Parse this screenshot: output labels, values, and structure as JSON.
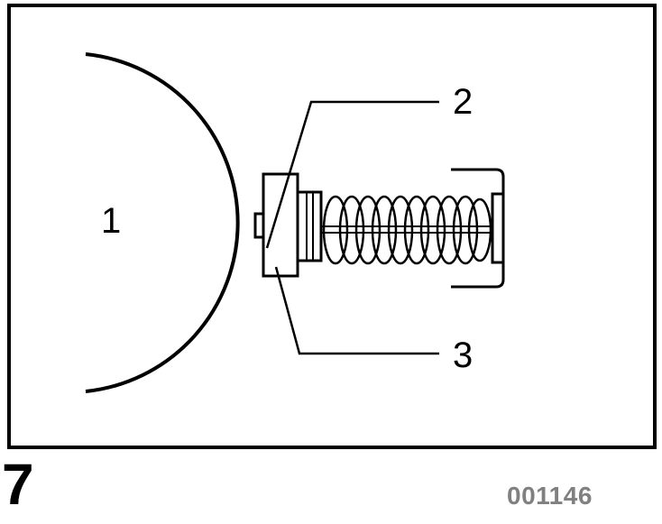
{
  "diagram": {
    "callouts": [
      {
        "id": "1",
        "label": "1"
      },
      {
        "id": "2",
        "label": "2"
      },
      {
        "id": "3",
        "label": "3"
      }
    ]
  },
  "footer": {
    "figure_number": "7",
    "document_code": "001146"
  },
  "colors": {
    "line": "#000000",
    "code_gray": "#808080",
    "background": "#ffffff"
  }
}
